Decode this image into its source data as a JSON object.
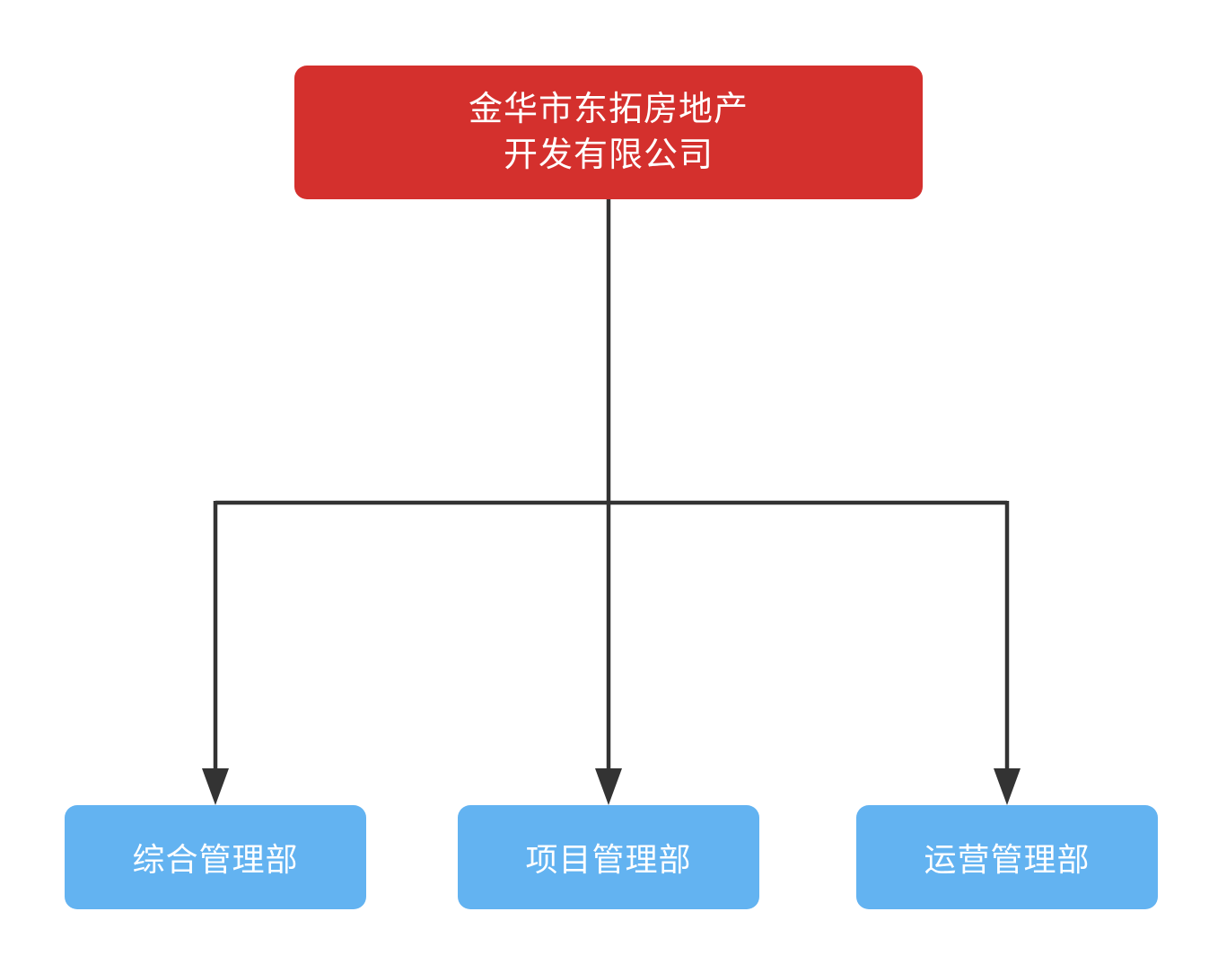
{
  "colors": {
    "root_box": "#d4302d",
    "department_box": "#63b3f1",
    "connector": "#333333",
    "box_text": "#ffffff",
    "background": "#ffffff"
  },
  "org_chart": {
    "root": {
      "name": "金华市东拓房地产开发有限公司",
      "label_line1": "金华市东拓房地产",
      "label_line2": "开发有限公司"
    },
    "departments": [
      {
        "label": "综合管理部"
      },
      {
        "label": "项目管理部"
      },
      {
        "label": "运营管理部"
      }
    ]
  }
}
